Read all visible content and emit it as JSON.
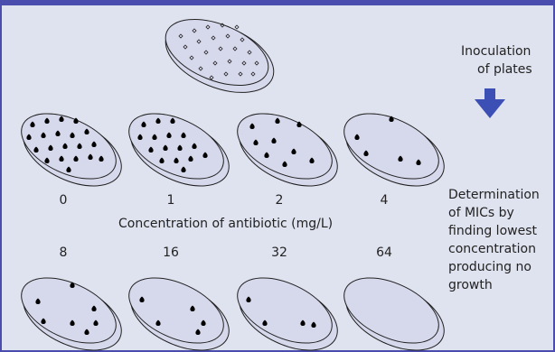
{
  "inoculation_label": [
    "Inoculation",
    "of plates"
  ],
  "axis_title": "Concentration of antibiotic (mg/L)",
  "concentrations": [
    "0",
    "1",
    "2",
    "4",
    "8",
    "16",
    "32",
    "64"
  ],
  "determination_label": [
    "Determination",
    "of MICs by",
    "finding lowest",
    "concentration",
    "producing no",
    "growth"
  ],
  "colors": {
    "frame": "#4a4dae",
    "background": "#dfe3ef",
    "plate_fill": "#d6d8ec",
    "arrow": "#3b4fb5",
    "colony": "#000000"
  },
  "plate_colony_counts": [
    20,
    16,
    9,
    5,
    7,
    5,
    4,
    0
  ]
}
